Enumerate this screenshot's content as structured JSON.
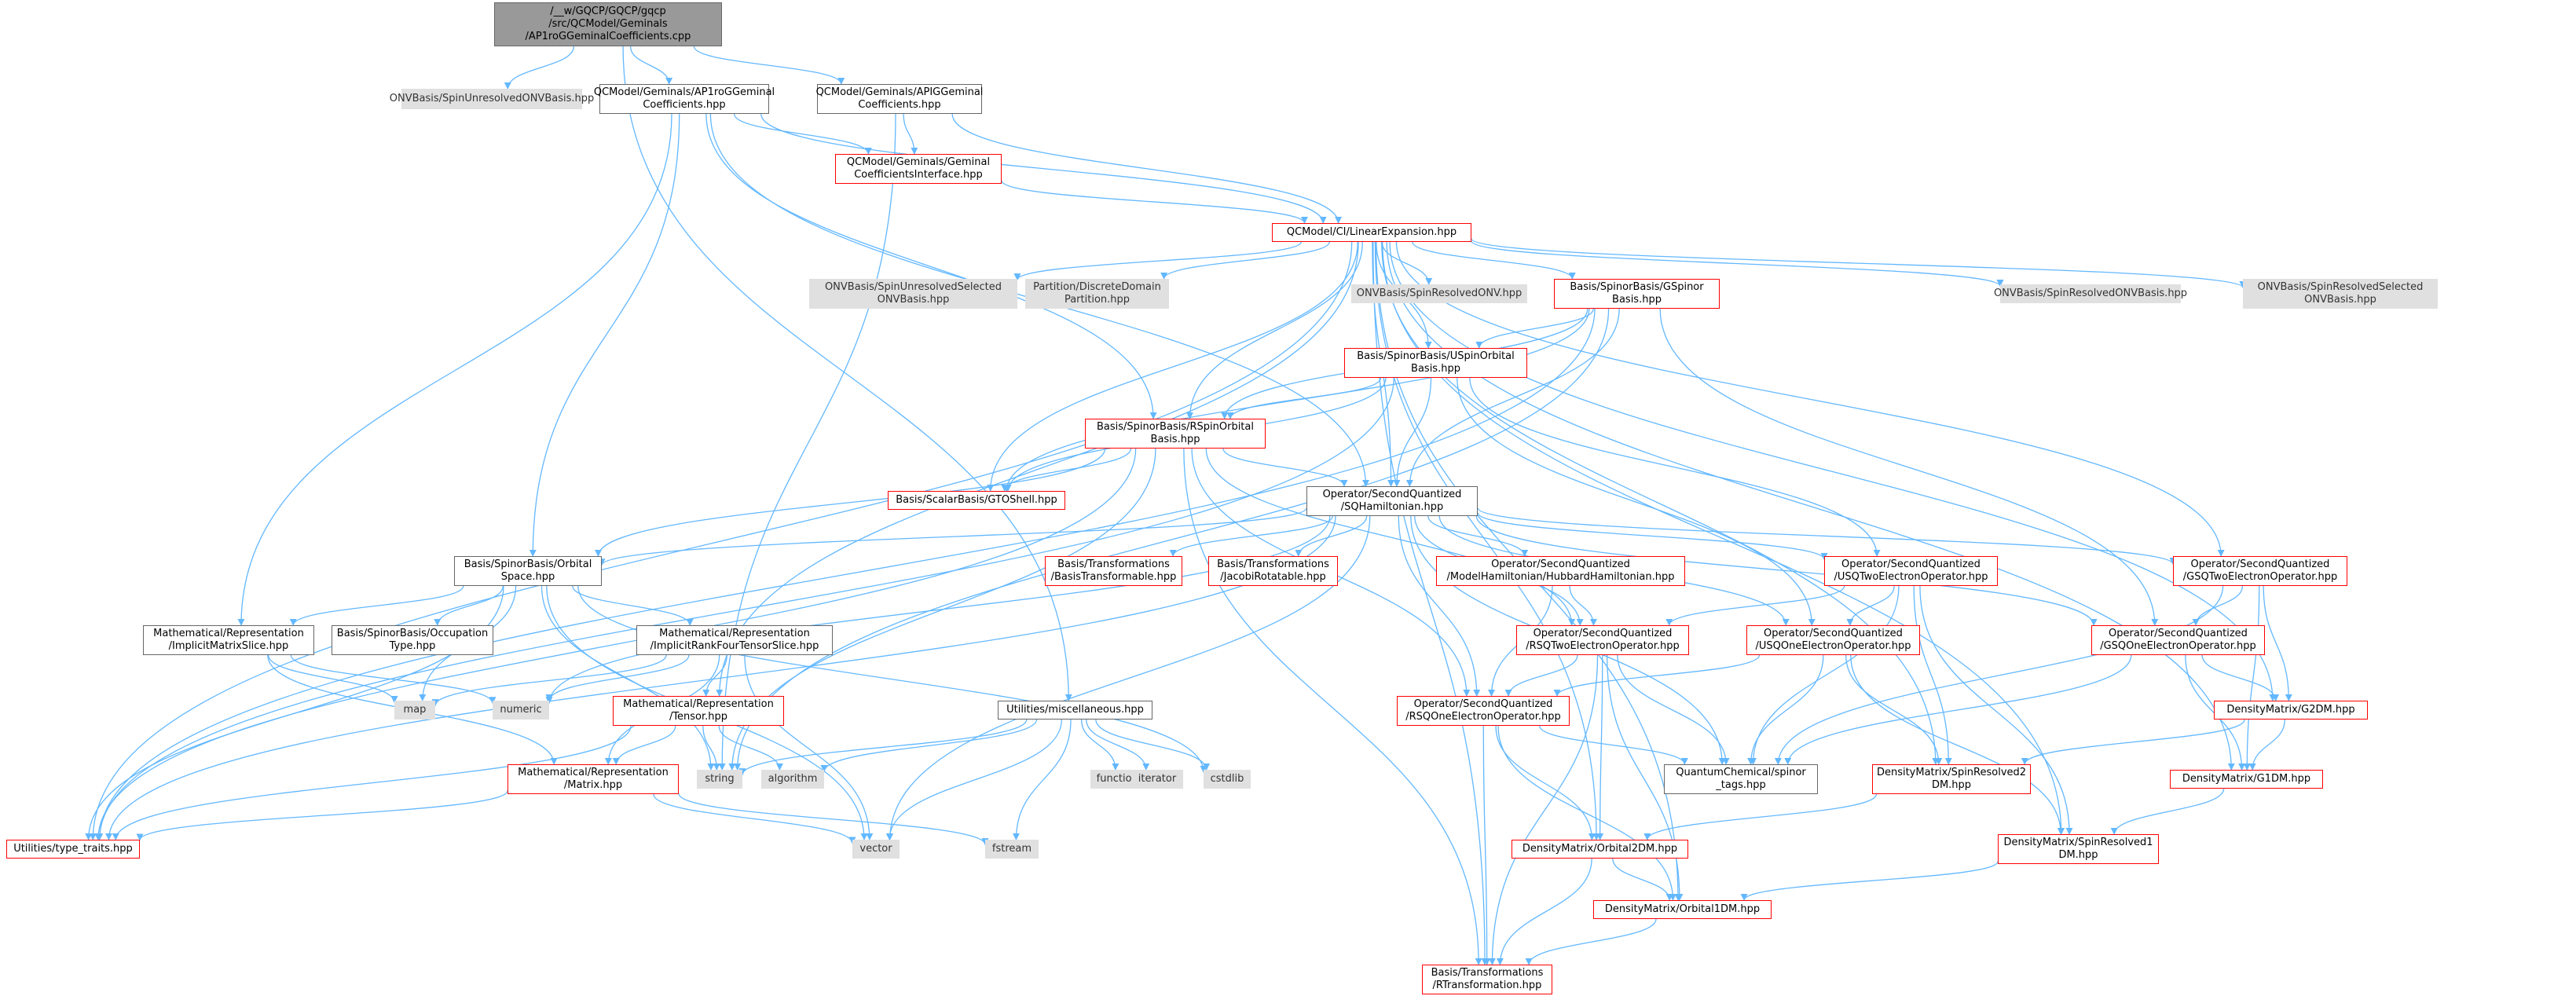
{
  "colors": {
    "edge": "#63b8ff",
    "root_fill": "#999999",
    "std_fill": "#e0e0e0",
    "red_border": "#ff0000",
    "plain_border": "#666666"
  },
  "nodes": [
    {
      "id": "root",
      "label": "/__w/GQCP/GQCP/gqcp\n/src/QCModel/Geminals\n/AP1roGGeminalCoefficients.cpp",
      "kind": "root"
    },
    {
      "id": "onvbasis_spinunres",
      "label": "ONVBasis/SpinUnresolvedONVBasis.hpp",
      "kind": "std"
    },
    {
      "id": "ap1rog_coeff_hpp",
      "label": "QCModel/Geminals/AP1roGGeminal\nCoefficients.hpp",
      "kind": "plain"
    },
    {
      "id": "apig_coeff_hpp",
      "label": "QCModel/Geminals/APIGGeminal\nCoefficients.hpp",
      "kind": "plain"
    },
    {
      "id": "geminal_iface",
      "label": "QCModel/Geminals/Geminal\nCoefficientsInterface.hpp",
      "kind": "red"
    },
    {
      "id": "linear_expansion",
      "label": "QCModel/CI/LinearExpansion.hpp",
      "kind": "red"
    },
    {
      "id": "onv_spinunres_sel",
      "label": "ONVBasis/SpinUnresolvedSelected\nONVBasis.hpp",
      "kind": "std"
    },
    {
      "id": "partition",
      "label": "Partition/DiscreteDomain\nPartition.hpp",
      "kind": "std"
    },
    {
      "id": "onv_spinres_onv",
      "label": "ONVBasis/SpinResolvedONV.hpp",
      "kind": "std"
    },
    {
      "id": "gspinor",
      "label": "Basis/SpinorBasis/GSpinor\nBasis.hpp",
      "kind": "red"
    },
    {
      "id": "onv_spinres_basis",
      "label": "ONVBasis/SpinResolvedONVBasis.hpp",
      "kind": "std"
    },
    {
      "id": "onv_spinres_sel",
      "label": "ONVBasis/SpinResolvedSelected\nONVBasis.hpp",
      "kind": "std"
    },
    {
      "id": "uspinorbital",
      "label": "Basis/SpinorBasis/USpinOrbital\nBasis.hpp",
      "kind": "red"
    },
    {
      "id": "rspinorbital",
      "label": "Basis/SpinorBasis/RSpinOrbital\nBasis.hpp",
      "kind": "red"
    },
    {
      "id": "gtoshell",
      "label": "Basis/ScalarBasis/GTOShell.hpp",
      "kind": "red"
    },
    {
      "id": "sqhamiltonian",
      "label": "Operator/SecondQuantized\n/SQHamiltonian.hpp",
      "kind": "plain"
    },
    {
      "id": "orbital_space",
      "label": "Basis/SpinorBasis/Orbital\nSpace.hpp",
      "kind": "plain"
    },
    {
      "id": "basis_transformable",
      "label": "Basis/Transformations\n/BasisTransformable.hpp",
      "kind": "red"
    },
    {
      "id": "jacobi_rotatable",
      "label": "Basis/Transformations\n/JacobiRotatable.hpp",
      "kind": "red"
    },
    {
      "id": "hubbard",
      "label": "Operator/SecondQuantized\n/ModelHamiltonian/HubbardHamiltonian.hpp",
      "kind": "red"
    },
    {
      "id": "usq_two",
      "label": "Operator/SecondQuantized\n/USQTwoElectronOperator.hpp",
      "kind": "red"
    },
    {
      "id": "gsq_two",
      "label": "Operator/SecondQuantized\n/GSQTwoElectronOperator.hpp",
      "kind": "red"
    },
    {
      "id": "implicit_matrix",
      "label": "Mathematical/Representation\n/ImplicitMatrixSlice.hpp",
      "kind": "plain"
    },
    {
      "id": "occupation_type",
      "label": "Basis/SpinorBasis/Occupation\nType.hpp",
      "kind": "plain"
    },
    {
      "id": "implicit_rank4",
      "label": "Mathematical/Representation\n/ImplicitRankFourTensorSlice.hpp",
      "kind": "plain"
    },
    {
      "id": "rsq_two",
      "label": "Operator/SecondQuantized\n/RSQTwoElectronOperator.hpp",
      "kind": "red"
    },
    {
      "id": "usq_one",
      "label": "Operator/SecondQuantized\n/USQOneElectronOperator.hpp",
      "kind": "red"
    },
    {
      "id": "gsq_one",
      "label": "Operator/SecondQuantized\n/GSQOneElectronOperator.hpp",
      "kind": "red"
    },
    {
      "id": "map",
      "label": "map",
      "kind": "std"
    },
    {
      "id": "numeric",
      "label": "numeric",
      "kind": "std"
    },
    {
      "id": "tensor",
      "label": "Mathematical/Representation\n/Tensor.hpp",
      "kind": "red"
    },
    {
      "id": "misc",
      "label": "Utilities/miscellaneous.hpp",
      "kind": "plain"
    },
    {
      "id": "rsq_one",
      "label": "Operator/SecondQuantized\n/RSQOneElectronOperator.hpp",
      "kind": "red"
    },
    {
      "id": "g2dm",
      "label": "DensityMatrix/G2DM.hpp",
      "kind": "red"
    },
    {
      "id": "string",
      "label": "string",
      "kind": "std"
    },
    {
      "id": "algorithm",
      "label": "algorithm",
      "kind": "std"
    },
    {
      "id": "functional",
      "label": "functional",
      "kind": "std"
    },
    {
      "id": "iterator",
      "label": "iterator",
      "kind": "std"
    },
    {
      "id": "cstdlib",
      "label": "cstdlib",
      "kind": "std"
    },
    {
      "id": "spinor_tags",
      "label": "QuantumChemical/spinor\n_tags.hpp",
      "kind": "plain"
    },
    {
      "id": "spinres2dm",
      "label": "DensityMatrix/SpinResolved2\nDM.hpp",
      "kind": "red"
    },
    {
      "id": "g1dm",
      "label": "DensityMatrix/G1DM.hpp",
      "kind": "red"
    },
    {
      "id": "matrix",
      "label": "Mathematical/Representation\n/Matrix.hpp",
      "kind": "red"
    },
    {
      "id": "type_traits",
      "label": "Utilities/type_traits.hpp",
      "kind": "red"
    },
    {
      "id": "vector",
      "label": "vector",
      "kind": "std"
    },
    {
      "id": "fstream",
      "label": "fstream",
      "kind": "std"
    },
    {
      "id": "orbital2dm",
      "label": "DensityMatrix/Orbital2DM.hpp",
      "kind": "red"
    },
    {
      "id": "spinres1dm",
      "label": "DensityMatrix/SpinResolved1\nDM.hpp",
      "kind": "red"
    },
    {
      "id": "orbital1dm",
      "label": "DensityMatrix/Orbital1DM.hpp",
      "kind": "red"
    },
    {
      "id": "rtransformation",
      "label": "Basis/Transformations\n/RTransformation.hpp",
      "kind": "red"
    }
  ],
  "edges": [
    [
      "root",
      "onvbasis_spinunres"
    ],
    [
      "root",
      "ap1rog_coeff_hpp"
    ],
    [
      "root",
      "apig_coeff_hpp"
    ],
    [
      "root",
      "misc"
    ],
    [
      "ap1rog_coeff_hpp",
      "geminal_iface"
    ],
    [
      "ap1rog_coeff_hpp",
      "linear_expansion"
    ],
    [
      "ap1rog_coeff_hpp",
      "orbital_space"
    ],
    [
      "ap1rog_coeff_hpp",
      "implicit_matrix"
    ],
    [
      "ap1rog_coeff_hpp",
      "sqhamiltonian"
    ],
    [
      "ap1rog_coeff_hpp",
      "rspinorbital"
    ],
    [
      "apig_coeff_hpp",
      "geminal_iface"
    ],
    [
      "apig_coeff_hpp",
      "linear_expansion"
    ],
    [
      "apig_coeff_hpp",
      "string"
    ],
    [
      "geminal_iface",
      "linear_expansion"
    ],
    [
      "linear_expansion",
      "onv_spinunres_sel"
    ],
    [
      "linear_expansion",
      "partition"
    ],
    [
      "linear_expansion",
      "onv_spinres_onv"
    ],
    [
      "linear_expansion",
      "gspinor"
    ],
    [
      "linear_expansion",
      "onv_spinres_basis"
    ],
    [
      "linear_expansion",
      "onv_spinres_sel"
    ],
    [
      "linear_expansion",
      "uspinorbital"
    ],
    [
      "linear_expansion",
      "rspinorbital"
    ],
    [
      "linear_expansion",
      "gtoshell"
    ],
    [
      "linear_expansion",
      "sqhamiltonian"
    ],
    [
      "linear_expansion",
      "type_traits"
    ],
    [
      "linear_expansion",
      "gsq_two"
    ],
    [
      "linear_expansion",
      "g2dm"
    ],
    [
      "linear_expansion",
      "g1dm"
    ],
    [
      "linear_expansion",
      "spinres2dm"
    ],
    [
      "linear_expansion",
      "spinres1dm"
    ],
    [
      "linear_expansion",
      "orbital2dm"
    ],
    [
      "linear_expansion",
      "orbital1dm"
    ],
    [
      "linear_expansion",
      "rtransformation"
    ],
    [
      "linear_expansion",
      "tensor"
    ],
    [
      "gspinor",
      "uspinorbital"
    ],
    [
      "gspinor",
      "rspinorbital"
    ],
    [
      "gspinor",
      "gtoshell"
    ],
    [
      "gspinor",
      "sqhamiltonian"
    ],
    [
      "gspinor",
      "gsq_one"
    ],
    [
      "gspinor",
      "string"
    ],
    [
      "gspinor",
      "type_traits"
    ],
    [
      "uspinorbital",
      "rspinorbital"
    ],
    [
      "uspinorbital",
      "gtoshell"
    ],
    [
      "uspinorbital",
      "sqhamiltonian"
    ],
    [
      "uspinorbital",
      "usq_two"
    ],
    [
      "uspinorbital",
      "usq_one"
    ],
    [
      "uspinorbital",
      "type_traits"
    ],
    [
      "rspinorbital",
      "gtoshell"
    ],
    [
      "rspinorbital",
      "sqhamiltonian"
    ],
    [
      "rspinorbital",
      "rsq_two"
    ],
    [
      "rspinorbital",
      "rsq_one"
    ],
    [
      "rspinorbital",
      "orbital_space"
    ],
    [
      "rspinorbital",
      "type_traits"
    ],
    [
      "rspinorbital",
      "rtransformation"
    ],
    [
      "rspinorbital",
      "string"
    ],
    [
      "sqhamiltonian",
      "orbital_space"
    ],
    [
      "sqhamiltonian",
      "basis_transformable"
    ],
    [
      "sqhamiltonian",
      "jacobi_rotatable"
    ],
    [
      "sqhamiltonian",
      "hubbard"
    ],
    [
      "sqhamiltonian",
      "usq_two"
    ],
    [
      "sqhamiltonian",
      "gsq_two"
    ],
    [
      "sqhamiltonian",
      "rsq_two"
    ],
    [
      "sqhamiltonian",
      "usq_one"
    ],
    [
      "sqhamiltonian",
      "gsq_one"
    ],
    [
      "sqhamiltonian",
      "rsq_one"
    ],
    [
      "sqhamiltonian",
      "spinor_tags"
    ],
    [
      "sqhamiltonian",
      "numeric"
    ],
    [
      "sqhamiltonian",
      "vector"
    ],
    [
      "sqhamiltonian",
      "type_traits"
    ],
    [
      "orbital_space",
      "implicit_matrix"
    ],
    [
      "orbital_space",
      "occupation_type"
    ],
    [
      "orbital_space",
      "implicit_rank4"
    ],
    [
      "orbital_space",
      "map"
    ],
    [
      "orbital_space",
      "vector"
    ],
    [
      "orbital_space",
      "type_traits"
    ],
    [
      "orbital_space",
      "cstdlib"
    ],
    [
      "orbital_space",
      "string"
    ],
    [
      "hubbard",
      "rsq_two"
    ],
    [
      "hubbard",
      "rsq_one"
    ],
    [
      "usq_two",
      "rsq_two"
    ],
    [
      "usq_two",
      "usq_one"
    ],
    [
      "usq_two",
      "spinor_tags"
    ],
    [
      "usq_two",
      "spinres2dm"
    ],
    [
      "usq_two",
      "spinres1dm"
    ],
    [
      "gsq_two",
      "gsq_one"
    ],
    [
      "gsq_two",
      "g2dm"
    ],
    [
      "gsq_two",
      "g1dm"
    ],
    [
      "gsq_two",
      "spinor_tags"
    ],
    [
      "implicit_matrix",
      "map"
    ],
    [
      "implicit_matrix",
      "numeric"
    ],
    [
      "implicit_matrix",
      "matrix"
    ],
    [
      "implicit_rank4",
      "map"
    ],
    [
      "implicit_rank4",
      "numeric"
    ],
    [
      "implicit_rank4",
      "tensor"
    ],
    [
      "implicit_rank4",
      "matrix"
    ],
    [
      "implicit_rank4",
      "vector"
    ],
    [
      "rsq_two",
      "rsq_one"
    ],
    [
      "rsq_two",
      "spinor_tags"
    ],
    [
      "rsq_two",
      "orbital2dm"
    ],
    [
      "rsq_two",
      "orbital1dm"
    ],
    [
      "rsq_two",
      "rtransformation"
    ],
    [
      "usq_one",
      "rsq_one"
    ],
    [
      "usq_one",
      "spinor_tags"
    ],
    [
      "usq_one",
      "spinres2dm"
    ],
    [
      "usq_one",
      "spinres1dm"
    ],
    [
      "gsq_one",
      "g2dm"
    ],
    [
      "gsq_one",
      "g1dm"
    ],
    [
      "gsq_one",
      "spinor_tags"
    ],
    [
      "tensor",
      "matrix"
    ],
    [
      "tensor",
      "string"
    ],
    [
      "tensor",
      "algorithm"
    ],
    [
      "tensor",
      "type_traits"
    ],
    [
      "misc",
      "string"
    ],
    [
      "misc",
      "algorithm"
    ],
    [
      "misc",
      "functional"
    ],
    [
      "misc",
      "iterator"
    ],
    [
      "misc",
      "cstdlib"
    ],
    [
      "misc",
      "vector"
    ],
    [
      "misc",
      "fstream"
    ],
    [
      "rsq_one",
      "spinor_tags"
    ],
    [
      "rsq_one",
      "orbital2dm"
    ],
    [
      "rsq_one",
      "orbital1dm"
    ],
    [
      "rsq_one",
      "rtransformation"
    ],
    [
      "g2dm",
      "g1dm"
    ],
    [
      "g2dm",
      "spinres2dm"
    ],
    [
      "spinres2dm",
      "orbital2dm"
    ],
    [
      "g1dm",
      "spinres1dm"
    ],
    [
      "matrix",
      "type_traits"
    ],
    [
      "matrix",
      "vector"
    ],
    [
      "matrix",
      "fstream"
    ],
    [
      "orbital2dm",
      "orbital1dm"
    ],
    [
      "orbital2dm",
      "rtransformation"
    ],
    [
      "spinres1dm",
      "orbital1dm"
    ],
    [
      "orbital1dm",
      "rtransformation"
    ]
  ]
}
